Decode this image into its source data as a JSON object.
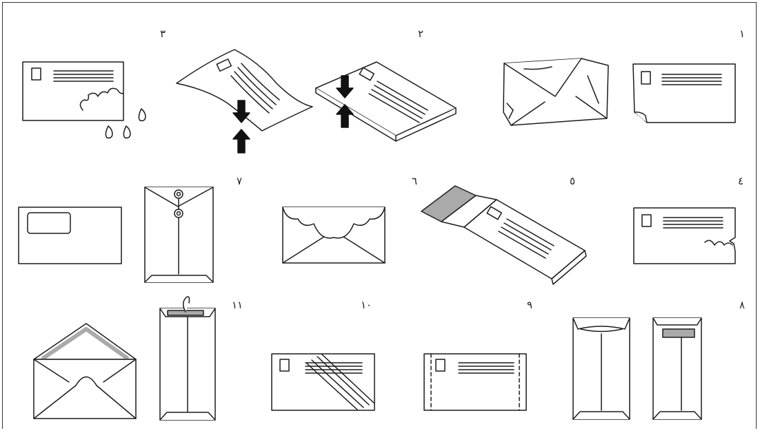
{
  "labels": {
    "n1": "١",
    "n2": "٢",
    "n3": "٣",
    "n4": "٤",
    "n5": "٥",
    "n6": "٦",
    "n7": "٧",
    "n8": "٨",
    "n9": "٩",
    "n10": "١٠",
    "n11": "١١"
  },
  "colors": {
    "line": "#1a1a1a",
    "tape": "#aaaaaa",
    "background": "#ffffff"
  }
}
